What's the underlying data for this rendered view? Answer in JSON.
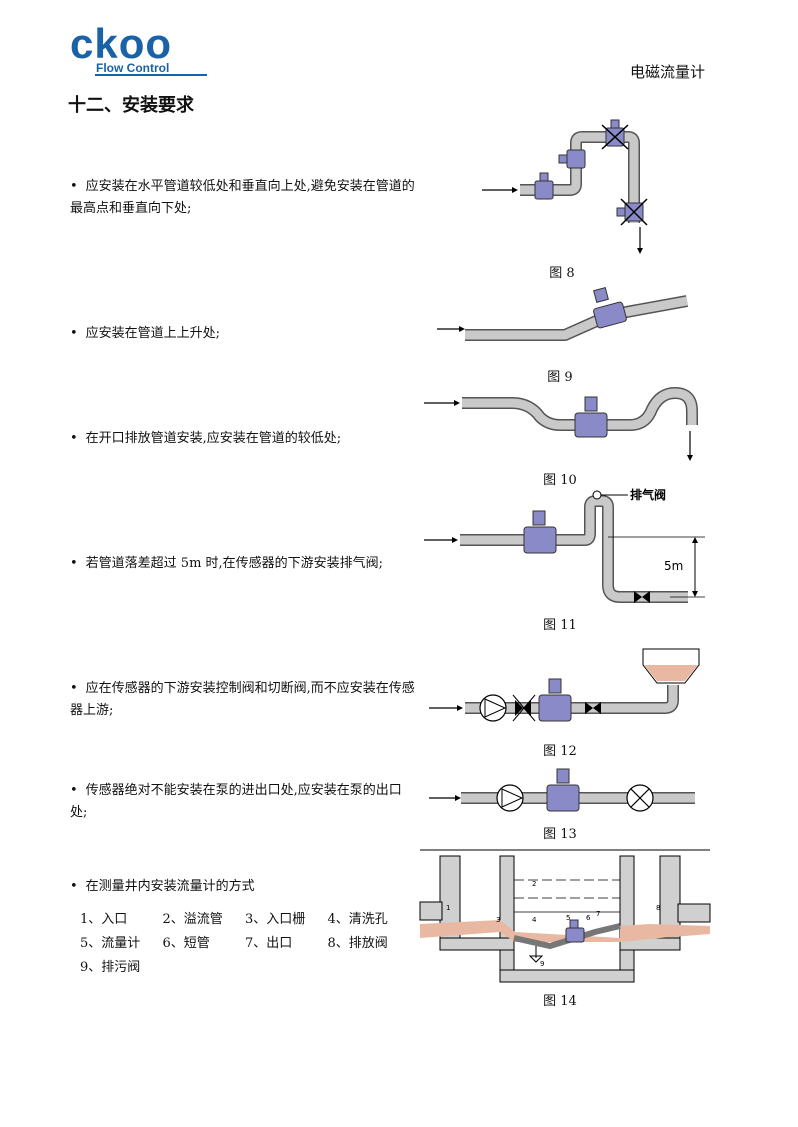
{
  "header": {
    "logo_main": "ckoo",
    "logo_sub": "Flow Control",
    "doc_title": "电磁流量计"
  },
  "section": {
    "heading": "十二、安装要求"
  },
  "requirements": [
    {
      "bullet": "•",
      "text": "应安装在水平管道较低处和垂直向上处,避免安装在管道的最高点和垂直向下处;"
    },
    {
      "bullet": "•",
      "text": "应安装在管道上上升处;"
    },
    {
      "bullet": "•",
      "text": "在开口排放管道安装,应安装在管道的较低处;"
    },
    {
      "bullet": "•",
      "text": "若管道落差超过 5m 时,在传感器的下游安装排气阀;"
    },
    {
      "bullet": "•",
      "text": "应在传感器的下游安装控制阀和切断阀,而不应安装在传感器上游;"
    },
    {
      "bullet": "•",
      "text": "传感器绝对不能安装在泵的进出口处,应安装在泵的出口处;"
    },
    {
      "bullet": "•",
      "text": "在测量井内安装流量计的方式"
    }
  ],
  "legend": [
    [
      "1、入口",
      "2、溢流管",
      "3、入口栅",
      "4、清洗孔"
    ],
    [
      "5、流量计",
      "6、短管",
      "7、出口",
      "8、排放阀"
    ],
    [
      "9、排污阀"
    ]
  ],
  "figures": {
    "fig8": "图 8",
    "fig9": "图 9",
    "fig10": "图 10",
    "fig11": "图 11",
    "fig12": "图 12",
    "fig13": "图 13",
    "fig14": "图 14"
  },
  "fig11_labels": {
    "vent_valve": "排气阀",
    "drop": "5m"
  },
  "fig14_labels": [
    "1",
    "2",
    "3",
    "4",
    "5",
    "6",
    "7",
    "8",
    "9"
  ],
  "colors": {
    "logo": "#1a62a8",
    "meter": "#8a8ac8",
    "water": "#e9b8a2"
  }
}
